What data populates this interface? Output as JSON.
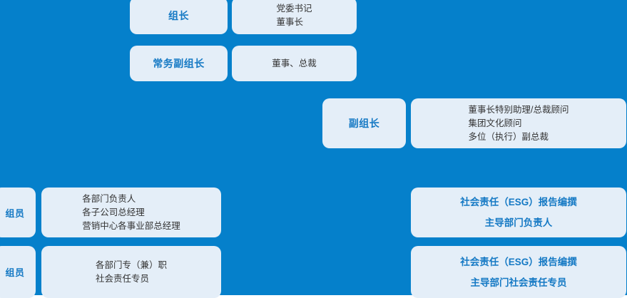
{
  "background_color": "#0580cb",
  "card_color": "#e4eef8",
  "accent_text_color": "#1579c4",
  "body_text_color": "#333333",
  "rows": [
    {
      "role": "组长",
      "detail_lines": [
        "党委书记",
        "董事长"
      ]
    },
    {
      "role": "常务副组长",
      "detail_lines": [
        "董事、总裁"
      ]
    },
    {
      "role": "副组长",
      "detail_lines": [
        "董事长特别助理/总裁顾问",
        "集团文化顾问",
        "多位（执行）副总裁"
      ]
    },
    {
      "role": "组员",
      "detail_lines": [
        "各部门负责人",
        "各子公司总经理",
        "营销中心各事业部总经理"
      ],
      "emph_lines": [
        "社会责任（ESG）报告编撰",
        "主导部门负责人"
      ]
    },
    {
      "role": "组员",
      "detail_lines": [
        "各部门专（兼）职",
        "社会责任专员"
      ],
      "emph_lines": [
        "社会责任（ESG）报告编撰",
        "主导部门社会责任专员"
      ]
    }
  ]
}
